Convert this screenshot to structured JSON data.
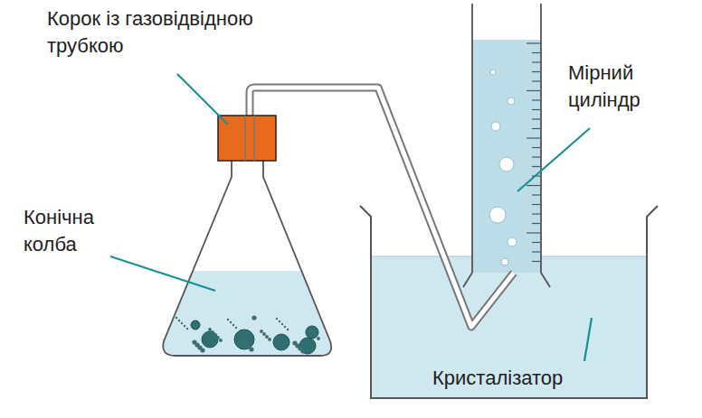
{
  "diagram": {
    "labels": [
      "Корок із газовідвідною трубкою",
      "Конічна колба",
      "Мірний циліндр",
      "Кристалізатор"
    ]
  }
}
